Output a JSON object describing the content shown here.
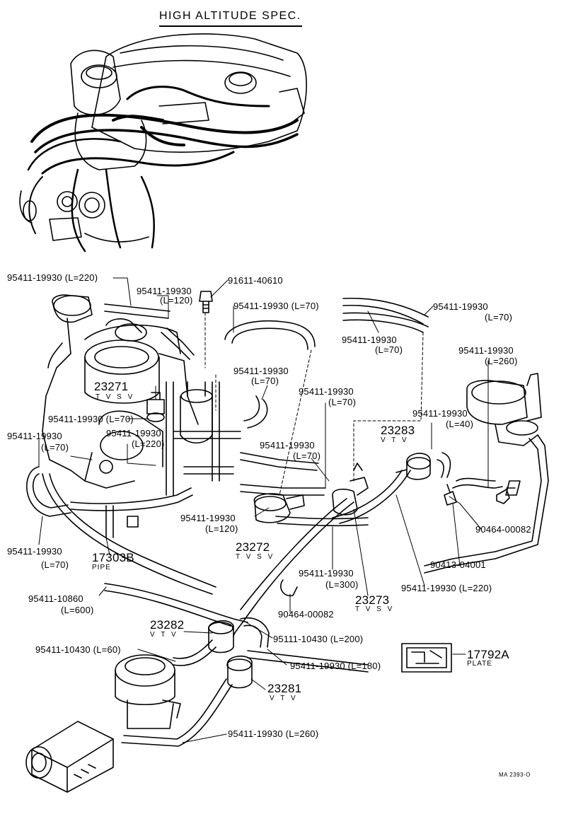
{
  "title": "HIGH ALTITUDE SPEC.",
  "drawing_code": "MA 2393-O",
  "labels": {
    "h220": "95411-19930 (L=220)",
    "h120_a": "95411-19930",
    "h120_b": "(L=120)",
    "bolt": "91611-40610",
    "h70_top": "95411-19930 (L=70)",
    "h70_r_a": "95411-19930",
    "h70_r_b": "(L=70)",
    "h70_c_a": "95411-19930",
    "h70_c_b": "(L=70)",
    "h260_a": "95411-19930",
    "h260_b": "(L=260)",
    "h70_m_a": "95411-19930",
    "h70_m_b": "(L=70)",
    "h70_n_a": "95411-19930",
    "h70_n_b": "(L=70)",
    "p23271": "23271",
    "p23271_sub": "T V S V",
    "h70_l": "95411-19930 (L=70)",
    "h70_ll_a": "95411-19930",
    "h70_ll_b": "(L=70)",
    "h220_l_a": "95411-19930",
    "h220_l_b": "(L=220)",
    "p23283": "23283",
    "p23283_sub": "V T V",
    "h40_a": "95411-19930",
    "h40_b": "(L=40)",
    "h70_o_a": "95411-19930",
    "h70_o_b": "(L=70)",
    "h120_c_a": "95411-19930",
    "h120_c_b": "(L=120)",
    "clip_r": "90464-00082",
    "h70_bl_a": "95411-19930",
    "h70_bl_b": "(L=70)",
    "pipe_num": "17303B",
    "pipe_sub": "PIPE",
    "p23272": "23272",
    "p23272_sub": "T V S V",
    "union": "90413-04001",
    "h300_a": "95411-19930",
    "h300_b": "(L=300)",
    "h220_r": "95411-19930 (L=220)",
    "p23273": "23273",
    "p23273_sub": "T V S V",
    "h600_a": "95411-10860",
    "h600_b": "(L=600)",
    "clip_c": "90464-00082",
    "p23282": "23282",
    "p23282_sub": "V T V",
    "h200": "95111-10430 (L=200)",
    "h60": "95411-10430 (L=60)",
    "h180": "95411-19930 (L=180)",
    "plate_num": "17792A",
    "plate_sub": "PLATE",
    "p23281": "23281",
    "p23281_sub": "V T V",
    "h260_bot": "95411-19930 (L=260)"
  }
}
